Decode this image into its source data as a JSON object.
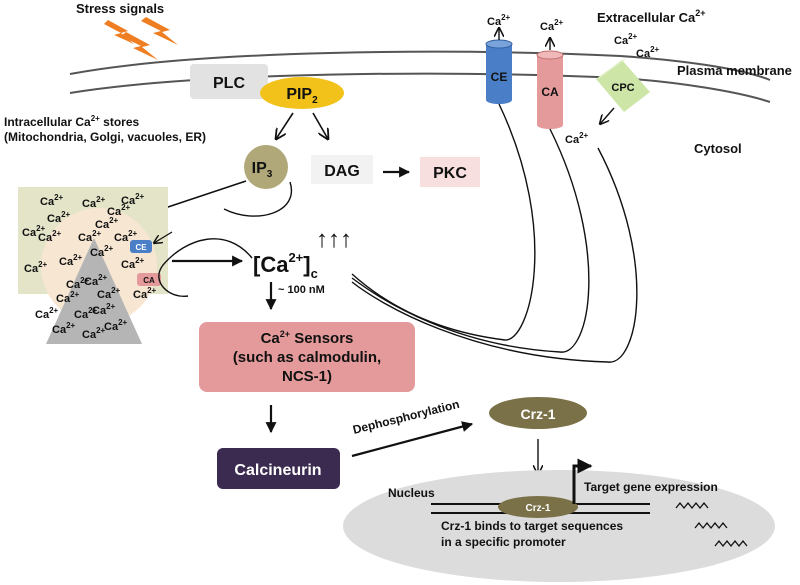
{
  "labels": {
    "stress_signals": "Stress signals",
    "extracellular": "Extracellular Ca",
    "plasma_membrane": "Plasma membrane",
    "cytosol": "Cytosol",
    "stores_title_1": "Intracellular Ca",
    "stores_title_2": "(Mitochondria, Golgi, vacuoles, ER)",
    "nucleus": "Nucleus",
    "dephosphorylation": "Dephosphorylation",
    "target_gene": "Target gene expression",
    "binds_line1": "Crz-1 binds to target sequences",
    "binds_line2": "in a specific promoter",
    "approx_100nM": "~ 100 nM",
    "arrows_up": "↑↑↑"
  },
  "ion": {
    "base": "Ca",
    "sup": "2+",
    "stores_suffix": " stores"
  },
  "proteins": {
    "plc": "PLC",
    "pip2_base": "PIP",
    "pip2_sub": "2",
    "ip3_base": "IP",
    "ip3_sub": "3",
    "dag": "DAG",
    "pkc": "PKC",
    "ce": "CE",
    "ca": "CA",
    "cpc": "CPC",
    "crz1": "Crz-1",
    "calcineurin": "Calcineurin"
  },
  "cytosolic_ca": {
    "bracket_open": "[Ca",
    "sup": "2+",
    "bracket_close": "]",
    "sub": "c"
  },
  "sensors": {
    "line1_base": "Ca",
    "line1_sup": "2+",
    "line1_rest": " Sensors",
    "line2": "(such as calmodulin,",
    "line3": "NCS-1)"
  },
  "colors": {
    "plc": "#e2e2e2",
    "pip2": "#f2c21a",
    "ip3": "#b0a878",
    "pkc": "#f7dfe0",
    "ce": "#4a7fc7",
    "ca": "#e49a9a",
    "cpc": "#cde6a8",
    "sensors": "#e49a9a",
    "calcineurin": "#3c2b50",
    "crz1": "#7b7148",
    "nucleus": "#dcdcdc",
    "store_square": "#e3e4c8",
    "store_circle": "#f7e6d2",
    "store_triangle": "#b5b5b5",
    "bolt": "#ef7d22"
  }
}
